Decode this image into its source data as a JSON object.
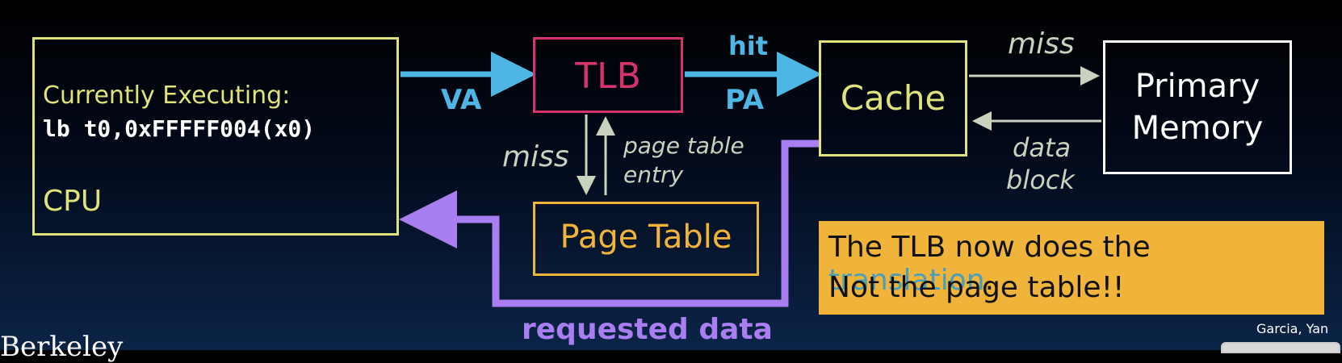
{
  "cpu": {
    "line1": "Currently Executing:",
    "code": "lb t0,0xFFFFF004(x0)",
    "label": "CPU"
  },
  "tlb": {
    "label": "TLB"
  },
  "cache": {
    "label": "Cache"
  },
  "memory": {
    "line1": "Primary",
    "line2": "Memory"
  },
  "page_table": {
    "label": "Page Table"
  },
  "arrows": {
    "va": "VA",
    "hit": "hit",
    "pa": "PA",
    "tlb_miss": "miss",
    "pte_line1": "page table",
    "pte_line2": "entry",
    "cache_miss": "miss",
    "data_line1": "data",
    "data_line2": "block",
    "requested": "requested data"
  },
  "note": {
    "line1_before": "The TLB now does the ",
    "line1_highlight": "translation",
    "line1_after": ".",
    "line2": "Not the page table!!"
  },
  "footer": {
    "credit": "Garcia, Yan",
    "logo": "Berkeley"
  },
  "colors": {
    "cpu_border": "#dfe37a",
    "tlb_border": "#d6336c",
    "page_table_border": "#f0b43a",
    "va_pa_arrow": "#4db6e4",
    "requested_arrow": "#a87ef0",
    "note_background": "#f0b43a"
  }
}
